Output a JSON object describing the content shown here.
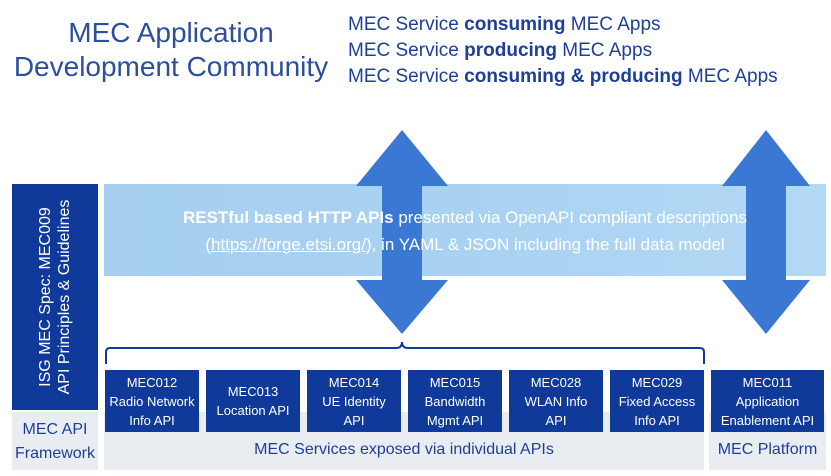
{
  "community": {
    "line1": "MEC Application",
    "line2": "Development Community"
  },
  "app_types": [
    {
      "prefix": "MEC Service ",
      "bold": "consuming",
      "suffix": " MEC Apps"
    },
    {
      "prefix": "MEC Service ",
      "bold": "producing",
      "suffix": " MEC Apps"
    },
    {
      "prefix": "MEC Service ",
      "bold": "consuming & producing",
      "suffix": " MEC Apps"
    }
  ],
  "http_band": {
    "bold": "RESTful based HTTP APIs",
    "rest1": " presented via OpenAPI compliant descriptions",
    "open_paren": "(",
    "link": "https://forge.etsi.org/",
    "rest2": "), in YAML & JSON including the full data model"
  },
  "framework": {
    "line1": "ISG MEC Spec: MEC009",
    "line2": "API Principles & Guidelines",
    "bottom_line1": "MEC API",
    "bottom_line2": "Framework"
  },
  "apis": [
    {
      "id": "MEC012",
      "name": "Radio Network\nInfo API"
    },
    {
      "id": "MEC013",
      "name": "Location API"
    },
    {
      "id": "MEC014",
      "name": "UE Identity\nAPI"
    },
    {
      "id": "MEC015",
      "name": "Bandwidth\nMgmt API"
    },
    {
      "id": "MEC028",
      "name": "WLAN Info\nAPI"
    },
    {
      "id": "MEC029",
      "name": "Fixed Access\nInfo API"
    }
  ],
  "platform_api": {
    "id": "MEC011",
    "name": "Application\nEnablement API"
  },
  "bottom": {
    "services_label": "MEC Services exposed via individual APIs",
    "platform_label": "MEC Platform"
  },
  "colors": {
    "dark_blue": "#0f3a9a",
    "arrow_blue": "#3a78d4",
    "band_blue": "#a9d2f2",
    "text_blue": "#1e3f98"
  }
}
